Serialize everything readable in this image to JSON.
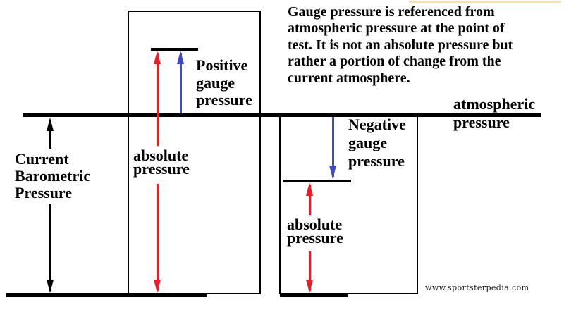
{
  "colors": {
    "background": "#FFFFFF",
    "line_black": "#000000",
    "red_arrow": "#ED1C24",
    "blue_arrow": "#3F48CC",
    "tan_line": "#F6DFBB",
    "watermark_text": "#1A1A1A"
  },
  "annotation": {
    "lines": [
      "Gauge pressure is referenced from",
      "atmospheric pressure at the point of",
      "test. It is not an absolute pressure but",
      "rather a portion of change from the",
      "current atmosphere."
    ]
  },
  "labels": {
    "current_barometric": [
      "Current",
      "Barometric",
      "Pressure"
    ],
    "absolute_left": [
      "absolute",
      "pressure"
    ],
    "positive_gauge": [
      "Positive",
      "gauge",
      "pressure"
    ],
    "atmospheric": [
      "atmospheric",
      "pressure"
    ],
    "negative_gauge": [
      "Negative",
      "gauge",
      "pressure"
    ],
    "absolute_right": [
      "absolute",
      "pressure"
    ]
  },
  "watermark": "www.sportsterpedia.com"
}
